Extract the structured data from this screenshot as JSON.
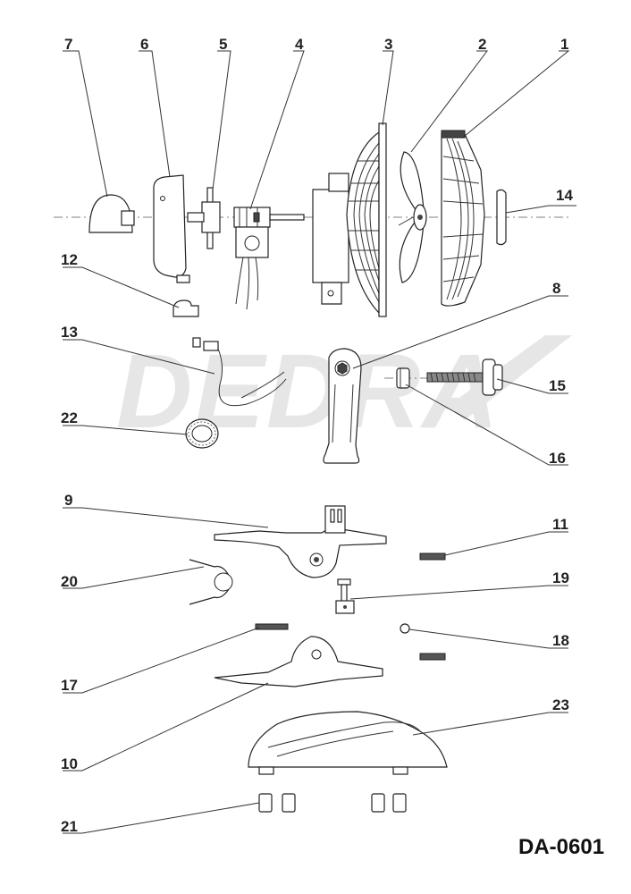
{
  "watermark": "DEDRA",
  "model": "DA-0601",
  "parts": [
    "1",
    "2",
    "3",
    "4",
    "5",
    "6",
    "7",
    "8",
    "9",
    "10",
    "11",
    "12",
    "13",
    "14",
    "15",
    "16",
    "17",
    "18",
    "19",
    "20",
    "21",
    "22",
    "23"
  ]
}
